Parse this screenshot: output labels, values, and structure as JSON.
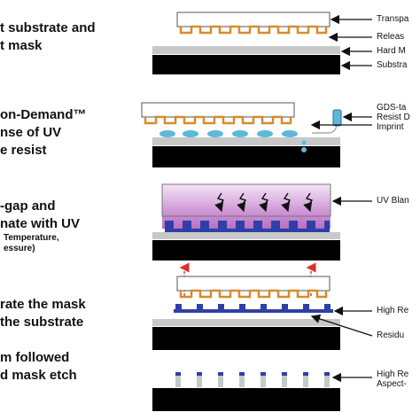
{
  "steps": [
    {
      "lines": [
        "t substrate and",
        "t mask"
      ],
      "labels": [
        "Transpa",
        "Releas",
        "Hard M",
        "Substra"
      ]
    },
    {
      "lines": [
        "on-Demand™",
        "nse of UV",
        "e resist"
      ],
      "labels": [
        "GDS-ta",
        "Resist D",
        "Imprint"
      ]
    },
    {
      "lines": [
        "-gap and",
        "nate with UV"
      ],
      "sublines": [
        "Temperature,",
        "essure)"
      ],
      "labels": [
        "UV Blan"
      ]
    },
    {
      "lines": [
        "rate the mask",
        "the substrate"
      ],
      "labels": [
        "High Re",
        "Residu"
      ]
    },
    {
      "lines": [
        "m followed",
        "d mask etch"
      ],
      "labels": [
        "High Re",
        "Aspect-"
      ]
    }
  ],
  "colors": {
    "substrate": "#000000",
    "hard_mask": "#c8c8c8",
    "release": "#d98b2b",
    "resist": "#2e3fa8",
    "droplet": "#5fb8d9",
    "uv_glow": "#c98ad1",
    "arrow_red": "#d9322b"
  }
}
